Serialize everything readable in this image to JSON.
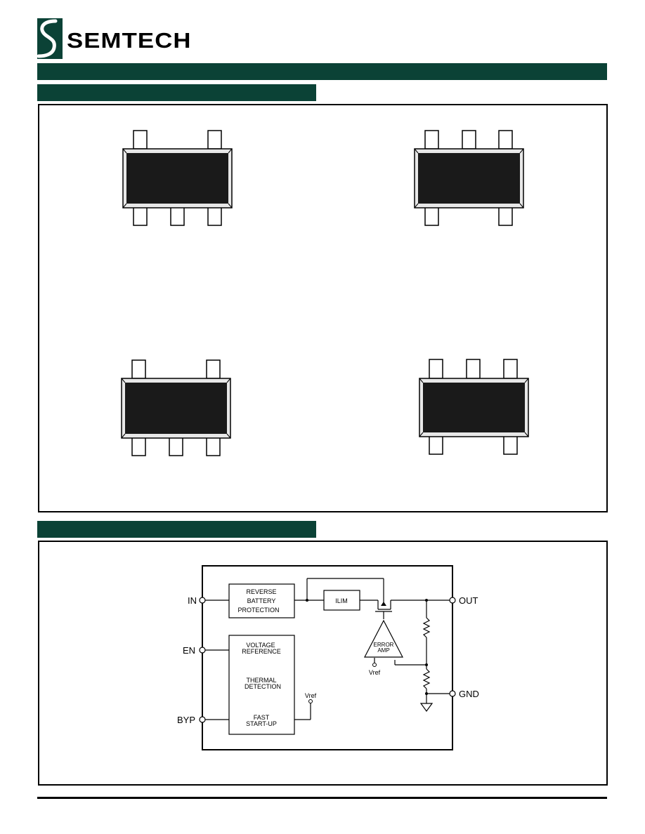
{
  "brand": {
    "name": "SEMTECH",
    "color": "#0b4236"
  },
  "block_diagram": {
    "pins": {
      "in": "IN",
      "en": "EN",
      "byp": "BYP",
      "out": "OUT",
      "gnd": "GND"
    },
    "blocks": {
      "reverse_battery_protection": [
        "REVERSE",
        "BATTERY",
        "PROTECTION"
      ],
      "ilim": "ILIM",
      "voltage_reference": [
        "VOLTAGE",
        "REFERENCE"
      ],
      "thermal_detection": [
        "THERMAL",
        "DETECTION"
      ],
      "fast_start_up": [
        "FAST",
        "START-UP"
      ],
      "error_amp": [
        "ERROR",
        "AMP"
      ]
    },
    "vref_labels": {
      "block": "Vref",
      "amp": "Vref"
    }
  }
}
